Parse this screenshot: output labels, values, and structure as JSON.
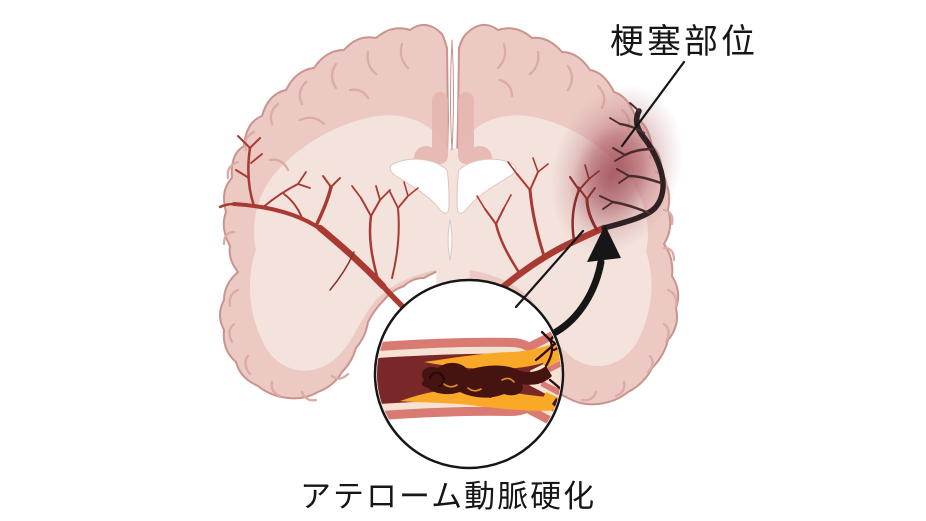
{
  "figure": {
    "type": "medical-illustration",
    "subject": "stroke-cerebral-infarction-diagram",
    "labels": {
      "infarct_site": "梗塞部位",
      "atherosclerosis": "アテローム動脈硬化"
    },
    "colors": {
      "background": "#ffffff",
      "cortex": "#edc9c4",
      "white_matter": "#f4e3dd",
      "brain_outline": "#c9948d",
      "sulcus": "#dcaba5",
      "cingulate": "#e6b4b0",
      "ventricle": "#ffffff",
      "artery_red": "#a93a32",
      "artery_deep": "#8a2f2a",
      "occluded_artery": "#2e2124",
      "occluded_branch": "#4a2c2c",
      "infarct_core": "#a04854",
      "vessel_wall": "#d97b73",
      "vessel_lining": "#f6e2d2",
      "lumen": "#7a2827",
      "plaque": "#f9a827",
      "plaque_accent": "#e08f1e",
      "thrombus": "#451310",
      "thrombus_dark": "#2b0a09",
      "annotation": "#161616"
    }
  }
}
